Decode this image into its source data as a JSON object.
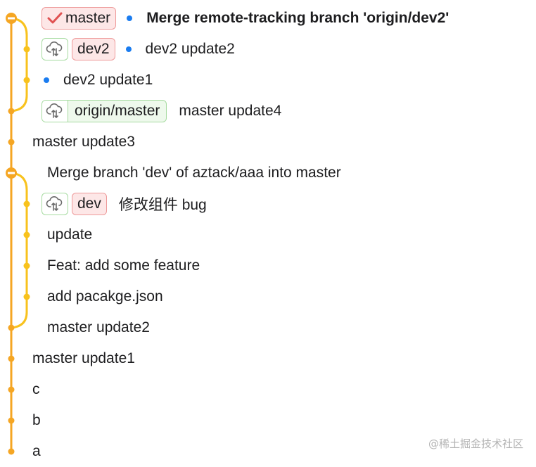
{
  "colors": {
    "branch_line": "#f5a623",
    "merge_line": "#f8c21d",
    "head_dot": "#1a7cf0",
    "local_tag_bg": "#fde7e7",
    "local_tag_border": "#ee9a9a",
    "remote_tag_bg": "#eef9ec",
    "remote_tag_border": "#a6dba0"
  },
  "commits": [
    {
      "message": "Merge remote-tracking branch 'origin/dev2'",
      "local_tag": "master",
      "current_branch": true,
      "has_remote_icon": false,
      "head_dot": true
    },
    {
      "message": "dev2 update2",
      "local_tag": "dev2",
      "has_remote_icon": true,
      "head_dot": true
    },
    {
      "message": "dev2 update1",
      "head_dot": true
    },
    {
      "message": "master update4",
      "remote_tag": "origin/master"
    },
    {
      "message": "master update3"
    },
    {
      "message": "Merge branch 'dev' of aztack/aaa into master"
    },
    {
      "message": "修改组件 bug",
      "local_tag": "dev",
      "has_remote_icon": true
    },
    {
      "message": "update"
    },
    {
      "message": "Feat: add some feature"
    },
    {
      "message": "add pacakge.json"
    },
    {
      "message": "master update2"
    },
    {
      "message": "master update1"
    },
    {
      "message": "c"
    },
    {
      "message": "b"
    },
    {
      "message": "a"
    }
  ],
  "watermark": "@稀土掘金技术社区"
}
